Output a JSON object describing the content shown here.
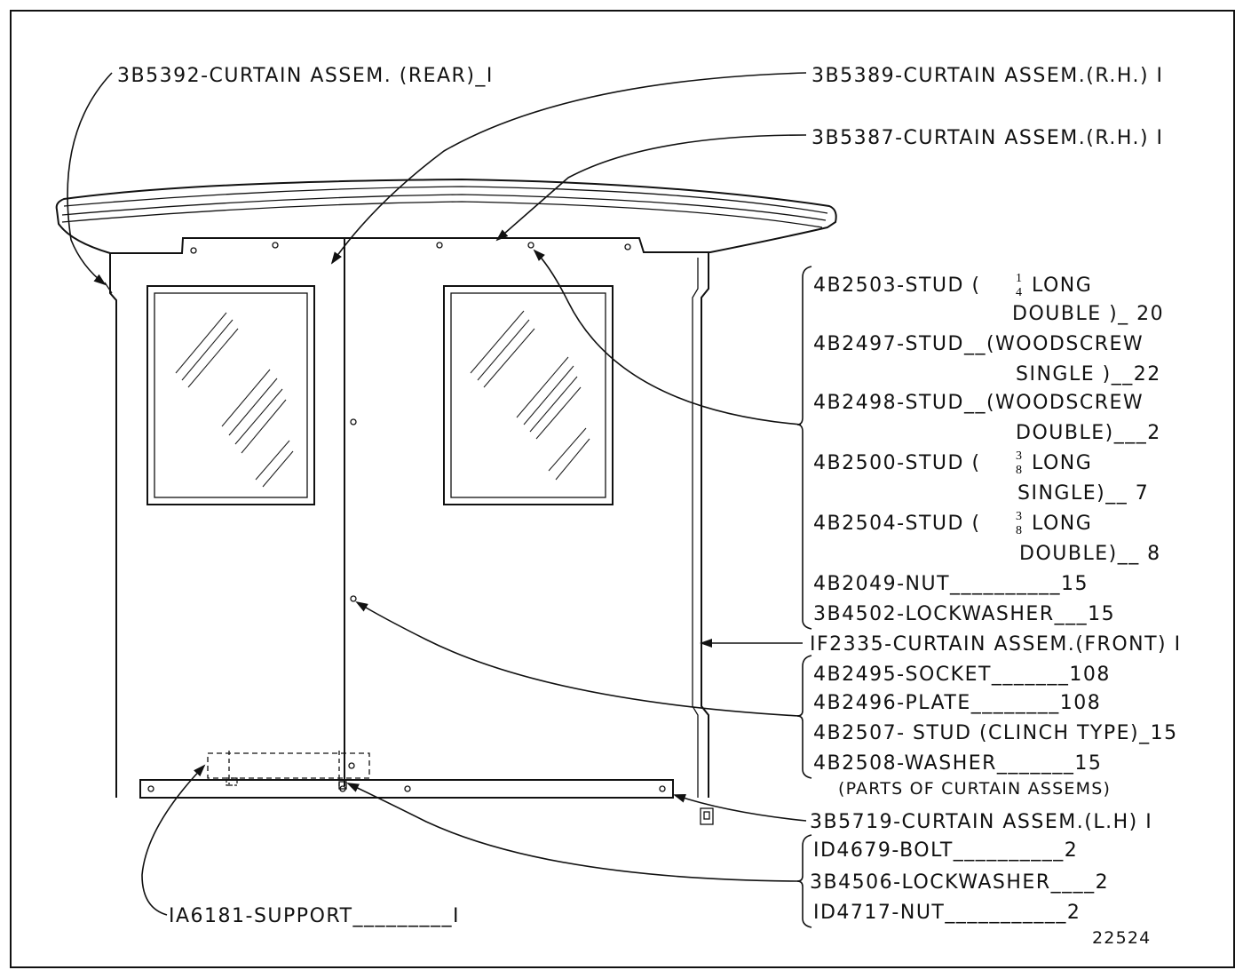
{
  "callouts": {
    "rear_curtain": "3B5392-CURTAIN ASSEM. (REAR)_I",
    "rh_curtain_1": "3B5389-CURTAIN ASSEM.(R.H.) I",
    "rh_curtain_2": "3B5387-CURTAIN ASSEM.(R.H.) I",
    "front_curtain": "IF2335-CURTAIN ASSEM.(FRONT) I",
    "lh_curtain": "3B5719-CURTAIN ASSEM.(L.H) I",
    "support": "IA6181-SUPPORT_________I",
    "drawing_number": "22524"
  },
  "stud_group": {
    "s1": "4B2503-STUD (",
    "s1_frac_num": "1",
    "s1_frac_den": "4",
    "s1_after": "LONG",
    "s1_cont": "DOUBLE )_ 20",
    "s2": "4B2497-STUD__(WOODSCREW",
    "s2_cont": "SINGLE )__22",
    "s3": "4B2498-STUD__(WOODSCREW",
    "s3_cont": "DOUBLE)___2",
    "s4": "4B2500-STUD (",
    "s4_frac_num": "3",
    "s4_frac_den": "8",
    "s4_after": "LONG",
    "s4_cont": "SINGLE)__ 7",
    "s5": "4B2504-STUD (",
    "s5_frac_num": "3",
    "s5_frac_den": "8",
    "s5_after": "LONG",
    "s5_cont": "DOUBLE)__ 8",
    "s6": "4B2049-NUT__________15",
    "s7": "3B4502-LOCKWASHER___15"
  },
  "socket_group": {
    "r1": "4B2495-SOCKET_______108",
    "r2": "4B2496-PLATE________108",
    "r3": "4B2507- STUD (CLINCH TYPE)_15",
    "r4": "4B2508-WASHER_______15",
    "note": "(PARTS OF CURTAIN ASSEMS)"
  },
  "bolt_group": {
    "b1": "ID4679-BOLT__________2",
    "b2": "3B4506-LOCKWASHER____2",
    "b3": "ID4717-NUT___________2"
  }
}
